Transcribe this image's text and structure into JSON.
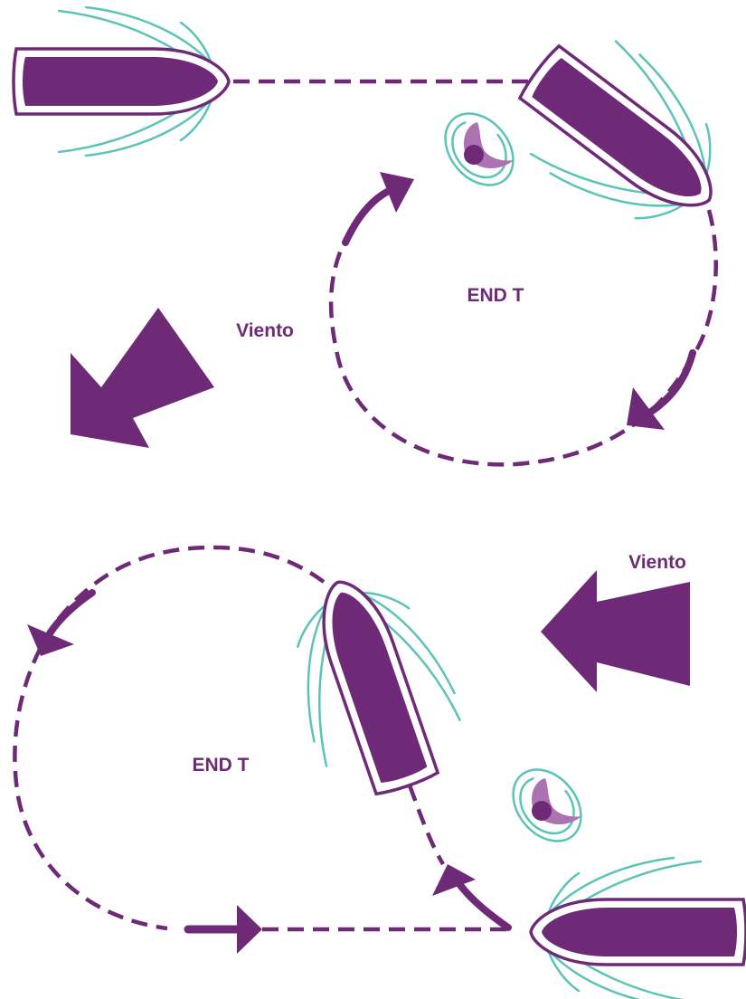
{
  "colors": {
    "primary": "#6e2a76",
    "light": "#ad72b2",
    "water": "#5cc4b7",
    "background": "#ffffff"
  },
  "top": {
    "wind_label": "Viento",
    "maneuver_label": "END T"
  },
  "bottom": {
    "wind_label": "Viento",
    "maneuver_label": "END T"
  }
}
